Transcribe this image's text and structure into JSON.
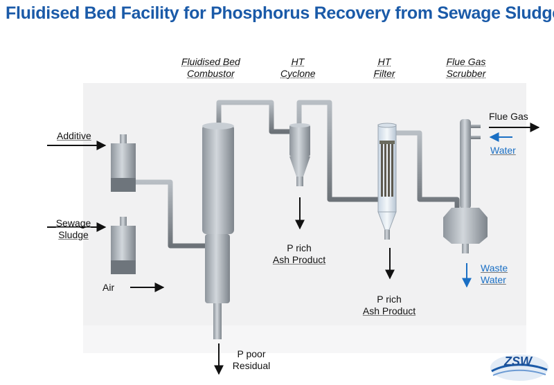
{
  "title": "Fluidised Bed Facility for Phosphorus Recovery from Sewage Sludge",
  "units": {
    "combustor": [
      "Fluidised Bed",
      "Combustor"
    ],
    "cyclone": [
      "HT",
      "Cyclone"
    ],
    "filter": [
      "HT",
      "Filter"
    ],
    "scrubber": [
      "Flue Gas",
      "Scrubber"
    ]
  },
  "streams": {
    "additive": "Additive",
    "sewage_sludge": [
      "Sewage",
      "Sludge"
    ],
    "air": "Air",
    "flue_gas": "Flue Gas",
    "water": "Water",
    "waste_water": [
      "Waste",
      "Water"
    ],
    "cyclone_ash": [
      "P rich",
      "Ash Product"
    ],
    "filter_ash": [
      "P rich",
      "Ash Product"
    ],
    "residual": [
      "P poor",
      "Residual"
    ]
  },
  "logo": {
    "text": "ZSW"
  },
  "colors": {
    "title": "#1a5aa8",
    "water_stream": "#1a6fc4",
    "equipment": "#a9b0b7",
    "background_panel": "#f1f1f2"
  }
}
